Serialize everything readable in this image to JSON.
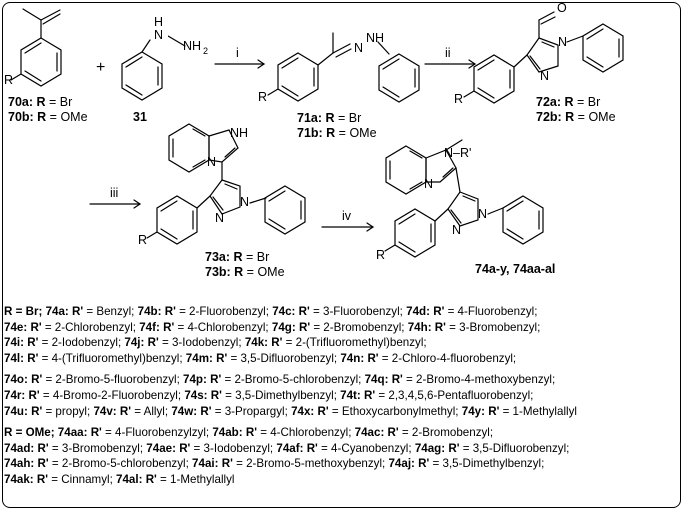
{
  "compounds": {
    "c70a": "70a: R = Br",
    "c70b": "70b: R = OMe",
    "c31": "31",
    "c71a": "71a: R = Br",
    "c71b": "71b: R = OMe",
    "c72a": "72a: R = Br",
    "c72b": "72b: R = OMe",
    "c73a": "73a: R = Br",
    "c73b": "73b: R = OMe",
    "c74": "74a-y, 74aa-al"
  },
  "atoms": {
    "R": "R",
    "N": "N",
    "H": "H",
    "NH": "NH",
    "NH2": "NH",
    "sub2": "2",
    "O": "O",
    "Rprime": "N–R'"
  },
  "steps": {
    "i": "i",
    "ii": "ii",
    "iii": "iii",
    "iv": "iv"
  },
  "plus": "+",
  "legend": [
    [
      [
        "R = Br; ",
        ""
      ],
      [
        "74a:",
        " R' = Benzyl; "
      ],
      [
        "74b:",
        " R' = 2-Fluorobenzyl; "
      ],
      [
        "74c:",
        " R' = 3-Fluorobenzyl; "
      ],
      [
        "74d:",
        " R' = 4-Fluorobenzyl;"
      ]
    ],
    [
      [
        "74e:",
        " R' = 2-Chlorobenzyl; "
      ],
      [
        "74f:",
        " R' = 4-Chlorobenzyl; "
      ],
      [
        "74g:",
        " R' = 2-Bromobenzyl; "
      ],
      [
        "74h:",
        " R' = 3-Bromobenzyl;"
      ]
    ],
    [
      [
        "74i:",
        " R' = 2-Iodobenzyl; "
      ],
      [
        "74j:",
        " R' = 3-Iodobenzyl; "
      ],
      [
        "74k:",
        " R' = 2-(Trifluoromethyl)benzyl;"
      ]
    ],
    [
      [
        "74l:",
        " R' = 4-(Trifluoromethyl)benzyl; "
      ],
      [
        "74m:",
        " R' = 3,5-Difluorobenzyl; "
      ],
      [
        "74n:",
        " R' = 2-Chloro-4-fluorobenzyl;"
      ]
    ],
    "gap",
    [
      [
        "74o:",
        " R' = 2-Bromo-5-fluorobenzyl; "
      ],
      [
        "74p:",
        " R' = 2-Bromo-5-chlorobenzyl; "
      ],
      [
        "74q:",
        " R' = 2-Bromo-4-methoxybenzyl;"
      ]
    ],
    [
      [
        "74r:",
        " R' = 4-Bromo-2-Fluorobenzyl; "
      ],
      [
        "74s:",
        " R' = 3,5-Dimethylbenzyl; "
      ],
      [
        "74t:",
        " R' = 2,3,4,5,6-Pentafluorobenzyl;"
      ]
    ],
    [
      [
        "74u:",
        " R' = propyl; "
      ],
      [
        "74v:",
        " R' = Allyl; "
      ],
      [
        "74w:",
        " R' = 3-Propargyl; "
      ],
      [
        "74x:",
        " R' = Ethoxycarbonylmethyl; "
      ],
      [
        "74y:",
        " R' = 1-Methylallyl"
      ]
    ],
    "gap",
    [
      [
        "R = OMe; ",
        ""
      ],
      [
        "74aa:",
        " R' = 4-Fluorobenzylzyl; "
      ],
      [
        "74ab:",
        " R' = 4-Chlorobenzyl; "
      ],
      [
        "74ac:",
        " R' = 2-Bromobenzyl;"
      ]
    ],
    [
      [
        "74ad:",
        " R' = 3-Bromobenzyl; "
      ],
      [
        "74ae:",
        " R' = 3-Iodobenzyl; "
      ],
      [
        "74af:",
        " R' = 4-Cyanobenzyl; "
      ],
      [
        "74ag:",
        " R' = 3,5-Difluorobenzyl;"
      ]
    ],
    [
      [
        "74ah:",
        " R' = 2-Bromo-5-chlorobenzyl; "
      ],
      [
        "74ai:",
        " R' = 2-Bromo-5-methoxybenzyl; "
      ],
      [
        "74aj:",
        " R' = 3,5-Dimethylbenzyl;"
      ]
    ],
    [
      [
        "74ak:",
        " R' = Cinnamyl; "
      ],
      [
        "74al:",
        " R' = 1-Methylallyl"
      ]
    ]
  ]
}
